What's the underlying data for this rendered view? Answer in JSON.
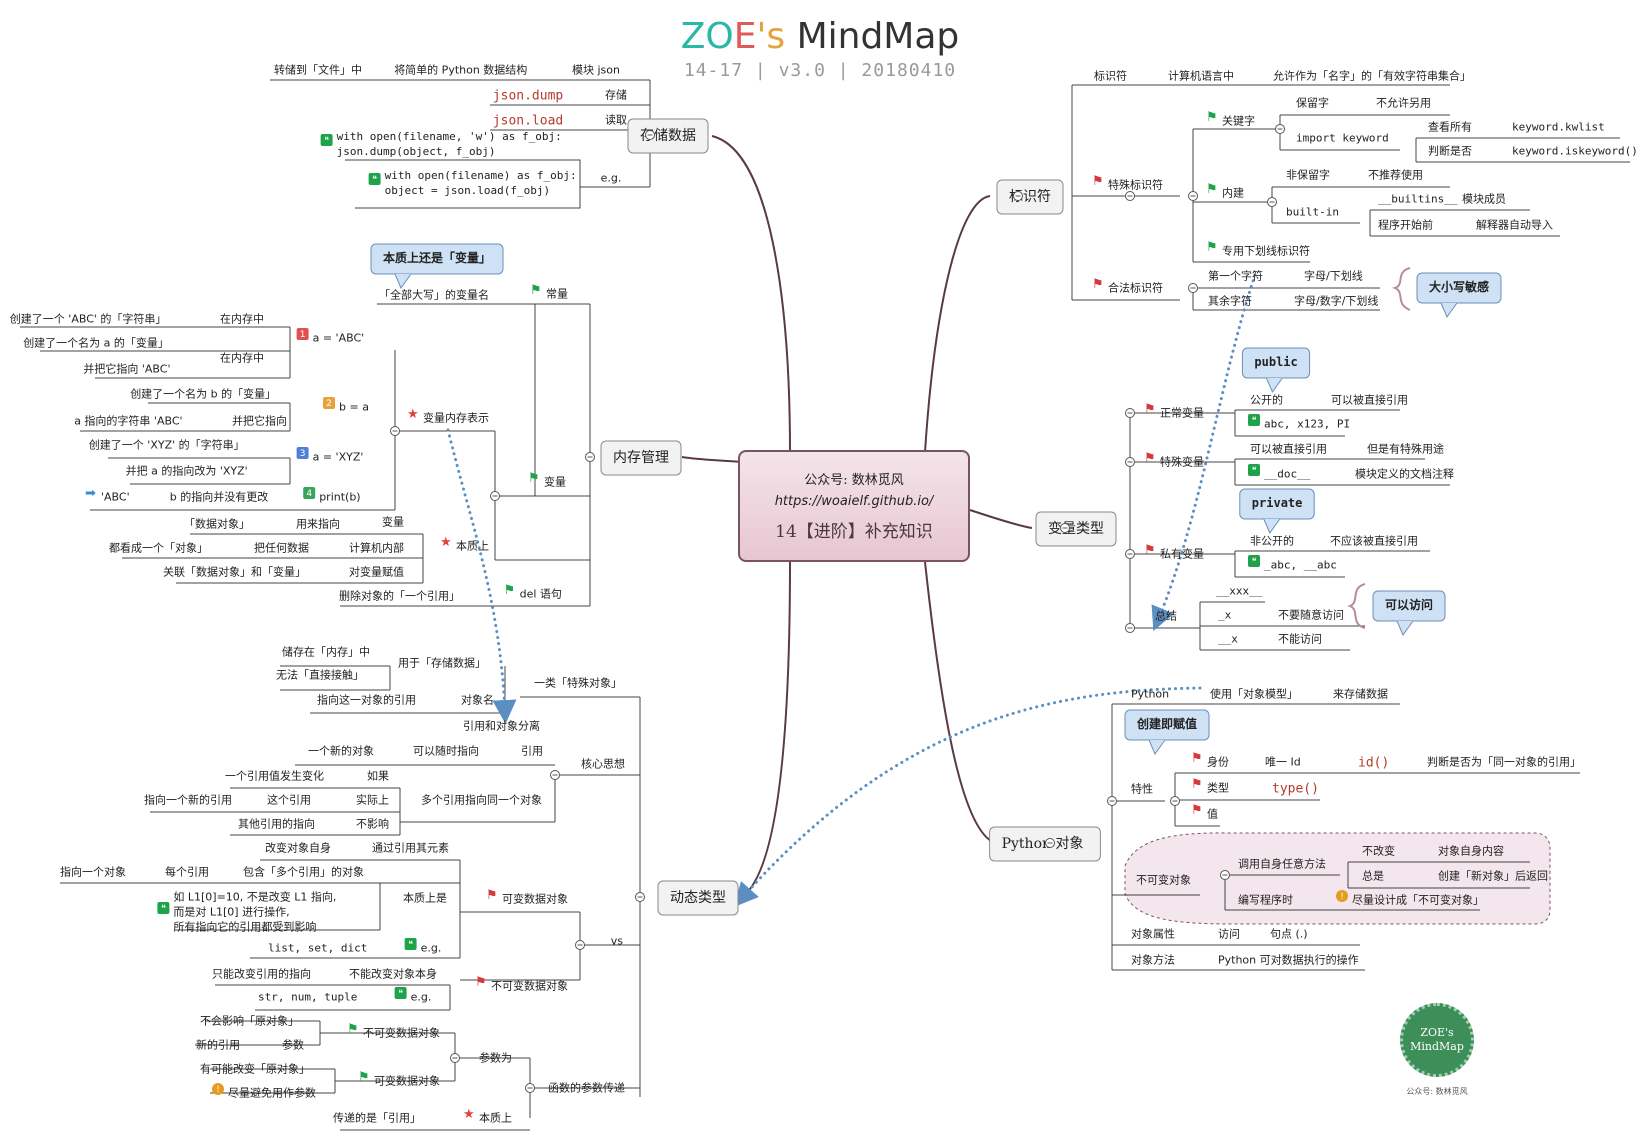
{
  "header": {
    "brand_z": "ZO",
    "brand_e": "E",
    "brand_apos": "'s",
    "brand_rest": " MindMap",
    "subtitle": "14-17 | v3.0 | 20180410"
  },
  "center": {
    "line1": "公众号: 数林觅风",
    "line2": "https://woaielf.github.io/",
    "line3": "14【进阶】补充知识"
  },
  "badge": {
    "line1": "ZOE's",
    "line2": "MindMap",
    "caption": "公众号: 数林觅风"
  },
  "colors": {
    "branch": "#5a3a44",
    "line": "#333333",
    "callout_bg": "#cfe2f5",
    "dotted": "#5b8ec2",
    "flag": "#d43a3a",
    "flag_green": "#1fa34a",
    "star": "#e0413b"
  },
  "nodes": [
    {
      "id": "b1",
      "text": "存储数据",
      "style": "branch"
    },
    {
      "id": "b2",
      "text": "内存管理",
      "style": "branch"
    },
    {
      "id": "b3",
      "text": "动态类型",
      "style": "branch"
    },
    {
      "id": "b4",
      "text": "标识符",
      "style": "branch"
    },
    {
      "id": "b5",
      "text": "变量类型",
      "style": "branch"
    },
    {
      "id": "b6",
      "text": "Python 对象",
      "style": "branch"
    },
    {
      "id": "s1",
      "text": "模块 json"
    },
    {
      "id": "s2",
      "text": "将简单的 Python 数据结构"
    },
    {
      "id": "s3",
      "text": "转储到「文件」中"
    },
    {
      "id": "s4",
      "text": "存储"
    },
    {
      "id": "s5",
      "text": "json.dump",
      "style": "code"
    },
    {
      "id": "s6",
      "text": "读取"
    },
    {
      "id": "s7",
      "text": "json.load",
      "style": "code"
    },
    {
      "id": "s8",
      "text": "e.g."
    },
    {
      "id": "s9",
      "text": "with open(filename, 'w') as f_obj:\n    json.dump(object, f_obj)",
      "style": "mono",
      "icon": "quote"
    },
    {
      "id": "s10",
      "text": "with open(filename) as f_obj:\n    object = json.load(f_obj)",
      "style": "mono",
      "icon": "quote"
    },
    {
      "id": "m1",
      "text": "常量",
      "icon": "flag-green"
    },
    {
      "id": "m2",
      "text": "「全部大写」的变量名"
    },
    {
      "id": "m3",
      "text": "本质上还是「变量」",
      "style": "callout"
    },
    {
      "id": "m4",
      "text": "变量",
      "icon": "flag-green"
    },
    {
      "id": "m5",
      "text": "变量内存表示",
      "icon": "star"
    },
    {
      "id": "m6",
      "text": "a = 'ABC'",
      "icon": "n1"
    },
    {
      "id": "m7",
      "text": "在内存中"
    },
    {
      "id": "m8",
      "text": "创建了一个 'ABC' 的「字符串」"
    },
    {
      "id": "m9",
      "text": "在内存中"
    },
    {
      "id": "m10",
      "text": "创建了一个名为 a 的「变量」"
    },
    {
      "id": "m11",
      "text": "并把它指向 'ABC'"
    },
    {
      "id": "m12",
      "text": "b = a",
      "icon": "n2"
    },
    {
      "id": "m13",
      "text": "创建了一个名为 b 的「变量」"
    },
    {
      "id": "m14",
      "text": "并把它指向"
    },
    {
      "id": "m15",
      "text": "a 指向的字符串 'ABC'"
    },
    {
      "id": "m16",
      "text": "a = 'XYZ'",
      "icon": "n3"
    },
    {
      "id": "m17",
      "text": "创建了一个 'XYZ' 的「字符串」"
    },
    {
      "id": "m18",
      "text": "并把 a 的指向改为 'XYZ'"
    },
    {
      "id": "m19",
      "text": "print(b)",
      "icon": "n4"
    },
    {
      "id": "m20",
      "text": "b 的指向并没有更改"
    },
    {
      "id": "m21",
      "text": "'ABC'",
      "icon": "arrow"
    },
    {
      "id": "m22",
      "text": "本质上",
      "icon": "star"
    },
    {
      "id": "m23",
      "text": "变量"
    },
    {
      "id": "m24",
      "text": "用来指向"
    },
    {
      "id": "m25",
      "text": "「数据对象」"
    },
    {
      "id": "m26",
      "text": "计算机内部"
    },
    {
      "id": "m27",
      "text": "把任何数据"
    },
    {
      "id": "m28",
      "text": "都看成一个「对象」"
    },
    {
      "id": "m29",
      "text": "对变量赋值"
    },
    {
      "id": "m30",
      "text": "关联「数据对象」和「变量」"
    },
    {
      "id": "m31",
      "text": "del 语句",
      "icon": "flag-green"
    },
    {
      "id": "m32",
      "text": "删除对象的「一个引用」"
    },
    {
      "id": "d1",
      "text": "一类「特殊对象」"
    },
    {
      "id": "d2",
      "text": "用于「存储数据」"
    },
    {
      "id": "d3",
      "text": "储存在「内存」中"
    },
    {
      "id": "d4",
      "text": "无法「直接接触」"
    },
    {
      "id": "d5",
      "text": "对象名"
    },
    {
      "id": "d6",
      "text": "指向这一对象的引用"
    },
    {
      "id": "d7",
      "text": "核心思想"
    },
    {
      "id": "d8",
      "text": "引用和对象分离"
    },
    {
      "id": "d9",
      "text": "引用"
    },
    {
      "id": "d10",
      "text": "可以随时指向"
    },
    {
      "id": "d11",
      "text": "一个新的对象"
    },
    {
      "id": "d12",
      "text": "多个引用指向同一个对象"
    },
    {
      "id": "d13",
      "text": "如果"
    },
    {
      "id": "d14",
      "text": "一个引用值发生变化"
    },
    {
      "id": "d15",
      "text": "实际上"
    },
    {
      "id": "d16",
      "text": "这个引用"
    },
    {
      "id": "d17",
      "text": "指向一个新的引用"
    },
    {
      "id": "d18",
      "text": "不影响"
    },
    {
      "id": "d19",
      "text": "其他引用的指向"
    },
    {
      "id": "d20",
      "text": "vs"
    },
    {
      "id": "d21",
      "text": "可变数据对象",
      "icon": "flag"
    },
    {
      "id": "d22",
      "text": "通过引用其元素"
    },
    {
      "id": "d23",
      "text": "改变对象自身"
    },
    {
      "id": "d24",
      "text": "本质上是"
    },
    {
      "id": "d25",
      "text": "包含「多个引用」的对象"
    },
    {
      "id": "d26",
      "text": "每个引用"
    },
    {
      "id": "d27",
      "text": "指向一个对象"
    },
    {
      "id": "d28",
      "text": "如 L1[0]=10, 不是改变 L1 指向,\n而是对 L1[0] 进行操作,\n所有指向它的引用都受到影响",
      "icon": "quote"
    },
    {
      "id": "d29",
      "text": "e.g.",
      "icon": "quote"
    },
    {
      "id": "d30",
      "text": "list, set, dict",
      "style": "mono"
    },
    {
      "id": "d31",
      "text": "不可变数据对象",
      "icon": "flag"
    },
    {
      "id": "d32",
      "text": "不能改变对象本身"
    },
    {
      "id": "d33",
      "text": "只能改变引用的指向"
    },
    {
      "id": "d34",
      "text": "e.g.",
      "icon": "quote"
    },
    {
      "id": "d35",
      "text": "str, num, tuple",
      "style": "mono"
    },
    {
      "id": "d36",
      "text": "函数的参数传递"
    },
    {
      "id": "d37",
      "text": "参数为"
    },
    {
      "id": "d38",
      "text": "不可变数据对象",
      "icon": "flag-green"
    },
    {
      "id": "d39",
      "text": "不会影响「原对象」"
    },
    {
      "id": "d40",
      "text": "参数"
    },
    {
      "id": "d41",
      "text": "新的引用"
    },
    {
      "id": "d42",
      "text": "可变数据对象",
      "icon": "flag-green"
    },
    {
      "id": "d43",
      "text": "有可能改变「原对象」"
    },
    {
      "id": "d44",
      "text": "尽量避免用作参数",
      "icon": "warn"
    },
    {
      "id": "d45",
      "text": "本质上",
      "icon": "star"
    },
    {
      "id": "d46",
      "text": "传递的是「引用」"
    },
    {
      "id": "i1",
      "text": "标识符"
    },
    {
      "id": "i2",
      "text": "计算机语言中"
    },
    {
      "id": "i3",
      "text": "允许作为「名字」的「有效字符串集合」"
    },
    {
      "id": "i4",
      "text": "特殊标识符",
      "icon": "flag"
    },
    {
      "id": "i5",
      "text": "关键字",
      "icon": "flag-green"
    },
    {
      "id": "i6",
      "text": "保留字"
    },
    {
      "id": "i7",
      "text": "不允许另用"
    },
    {
      "id": "i8",
      "text": "import keyword",
      "style": "mono"
    },
    {
      "id": "i9",
      "text": "查看所有"
    },
    {
      "id": "i10",
      "text": "keyword.kwlist",
      "style": "mono"
    },
    {
      "id": "i11",
      "text": "判断是否"
    },
    {
      "id": "i12",
      "text": "keyword.iskeyword()",
      "style": "mono"
    },
    {
      "id": "i13",
      "text": "内建",
      "icon": "flag-green"
    },
    {
      "id": "i14",
      "text": "非保留字"
    },
    {
      "id": "i15",
      "text": "不推荐使用"
    },
    {
      "id": "i16",
      "text": "built-in",
      "style": "mono"
    },
    {
      "id": "i17",
      "text": "__builtins__",
      "style": "mono"
    },
    {
      "id": "i18",
      "text": "模块成员"
    },
    {
      "id": "i19",
      "text": "程序开始前"
    },
    {
      "id": "i20",
      "text": "解释器自动导入"
    },
    {
      "id": "i21",
      "text": "专用下划线标识符",
      "icon": "flag-green"
    },
    {
      "id": "i22",
      "text": "合法标识符",
      "icon": "flag"
    },
    {
      "id": "i23",
      "text": "第一个字符"
    },
    {
      "id": "i24",
      "text": "字母/下划线"
    },
    {
      "id": "i25",
      "text": "其余字符"
    },
    {
      "id": "i26",
      "text": "字母/数字/下划线"
    },
    {
      "id": "i27",
      "text": "大小写敏感",
      "style": "callout"
    },
    {
      "id": "v1",
      "text": "正常变量",
      "icon": "flag"
    },
    {
      "id": "v2",
      "text": "public",
      "style": "callout-code"
    },
    {
      "id": "v3",
      "text": "公开的"
    },
    {
      "id": "v4",
      "text": "可以被直接引用"
    },
    {
      "id": "v5",
      "text": "abc, x123, PI",
      "style": "mono",
      "icon": "quote"
    },
    {
      "id": "v6",
      "text": "特殊变量",
      "icon": "flag"
    },
    {
      "id": "v7",
      "text": "可以被直接引用"
    },
    {
      "id": "v8",
      "text": "但是有特殊用途"
    },
    {
      "id": "v9",
      "text": "__doc__",
      "style": "mono",
      "icon": "quote"
    },
    {
      "id": "v10",
      "text": "模块定义的文档注释"
    },
    {
      "id": "v11",
      "text": "私有变量",
      "icon": "flag"
    },
    {
      "id": "v12",
      "text": "private",
      "style": "callout-code"
    },
    {
      "id": "v13",
      "text": "非公开的"
    },
    {
      "id": "v14",
      "text": "不应该被直接引用"
    },
    {
      "id": "v15",
      "text": "_abc, __abc",
      "style": "mono",
      "icon": "quote"
    },
    {
      "id": "v16",
      "text": "总结"
    },
    {
      "id": "v17",
      "text": "__xxx__",
      "style": "mono"
    },
    {
      "id": "v18",
      "text": "_x",
      "style": "mono"
    },
    {
      "id": "v19",
      "text": "不要随意访问"
    },
    {
      "id": "v20",
      "text": "__x",
      "style": "mono"
    },
    {
      "id": "v21",
      "text": "不能访问"
    },
    {
      "id": "v22",
      "text": "可以访问",
      "style": "callout"
    },
    {
      "id": "p1",
      "text": "Python"
    },
    {
      "id": "p2",
      "text": "使用「对象模型」"
    },
    {
      "id": "p3",
      "text": "来存储数据"
    },
    {
      "id": "p4",
      "text": "创建即赋值",
      "style": "callout"
    },
    {
      "id": "p5",
      "text": "特性"
    },
    {
      "id": "p6",
      "text": "身份",
      "icon": "flag"
    },
    {
      "id": "p7",
      "text": "唯一 Id"
    },
    {
      "id": "p8",
      "text": "id()",
      "style": "code"
    },
    {
      "id": "p9",
      "text": "判断是否为「同一对象的引用」"
    },
    {
      "id": "p10",
      "text": "类型",
      "icon": "flag"
    },
    {
      "id": "p11",
      "text": "type()",
      "style": "code"
    },
    {
      "id": "p12",
      "text": "值",
      "icon": "flag"
    },
    {
      "id": "p13",
      "text": "不可变对象"
    },
    {
      "id": "p14",
      "text": "调用自身任意方法"
    },
    {
      "id": "p15",
      "text": "不改变"
    },
    {
      "id": "p16",
      "text": "对象自身内容"
    },
    {
      "id": "p17",
      "text": "总是"
    },
    {
      "id": "p18",
      "text": "创建「新对象」后返回"
    },
    {
      "id": "p19",
      "text": "编写程序时"
    },
    {
      "id": "p20",
      "text": "尽量设计成「不可变对象」",
      "icon": "warn"
    },
    {
      "id": "p21",
      "text": "对象属性"
    },
    {
      "id": "p22",
      "text": "访问"
    },
    {
      "id": "p23",
      "text": "句点 (.)"
    },
    {
      "id": "p24",
      "text": "对象方法"
    },
    {
      "id": "p25",
      "text": "Python 可对数据执行的操作"
    }
  ]
}
